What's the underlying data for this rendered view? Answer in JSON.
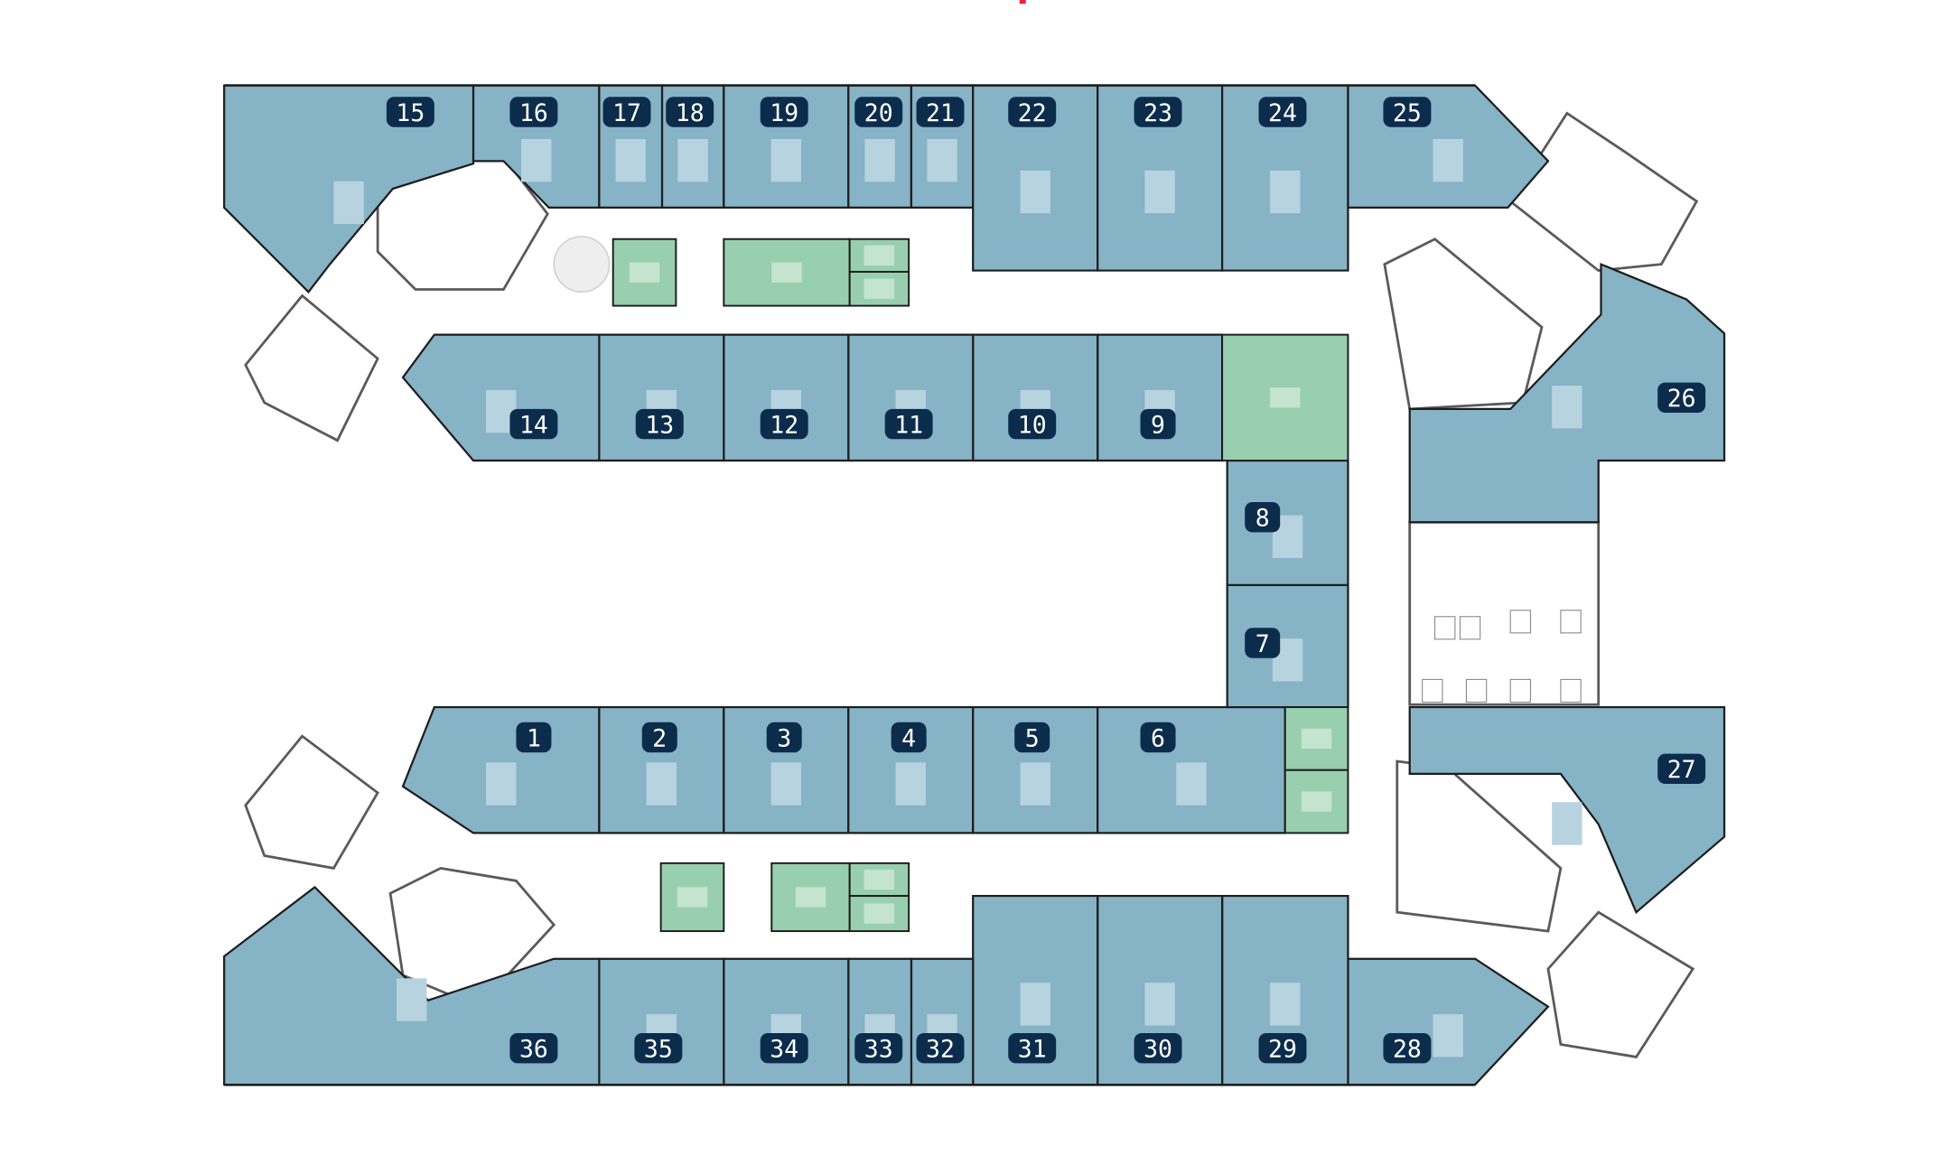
{
  "plan": {
    "rooms": [
      "1",
      "2",
      "3",
      "4",
      "5",
      "6",
      "7",
      "8",
      "9",
      "10",
      "11",
      "12",
      "13",
      "14",
      "15",
      "16",
      "17",
      "18",
      "19",
      "20",
      "21",
      "22",
      "23",
      "24",
      "25",
      "26",
      "27",
      "28",
      "29",
      "30",
      "31",
      "32",
      "33",
      "34",
      "35",
      "36"
    ]
  },
  "colors": {
    "office": "#86b3c6",
    "meeting": "#98cfaf",
    "label_bg": "#0c2c4c",
    "label_text": "#ffffff"
  }
}
